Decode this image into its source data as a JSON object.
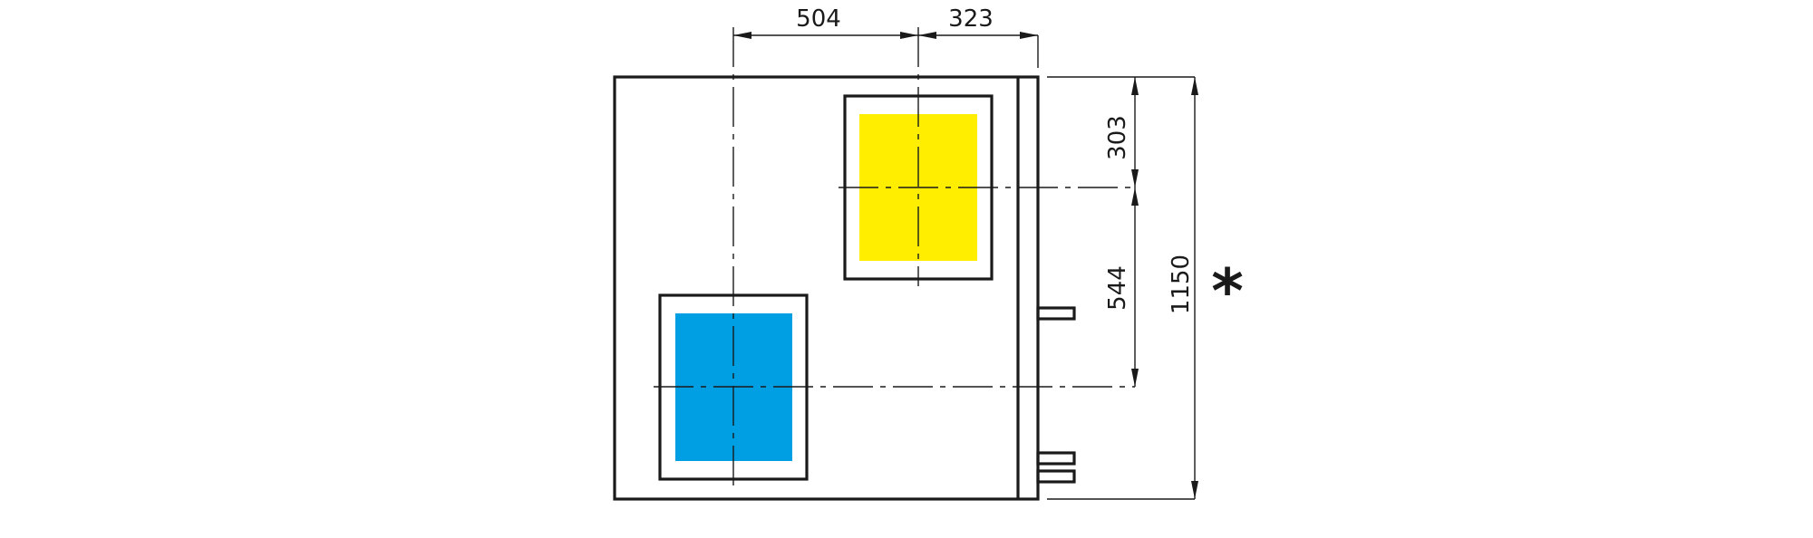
{
  "dimensions": {
    "top_left": "504",
    "top_right": "323",
    "right_upper": "303",
    "right_lower": "544",
    "overall_height": "1150"
  },
  "note_symbol": "*",
  "colors": {
    "upper_fill": "#ffee00",
    "lower_fill": "#009fe3",
    "line": "#1a1a1a"
  }
}
